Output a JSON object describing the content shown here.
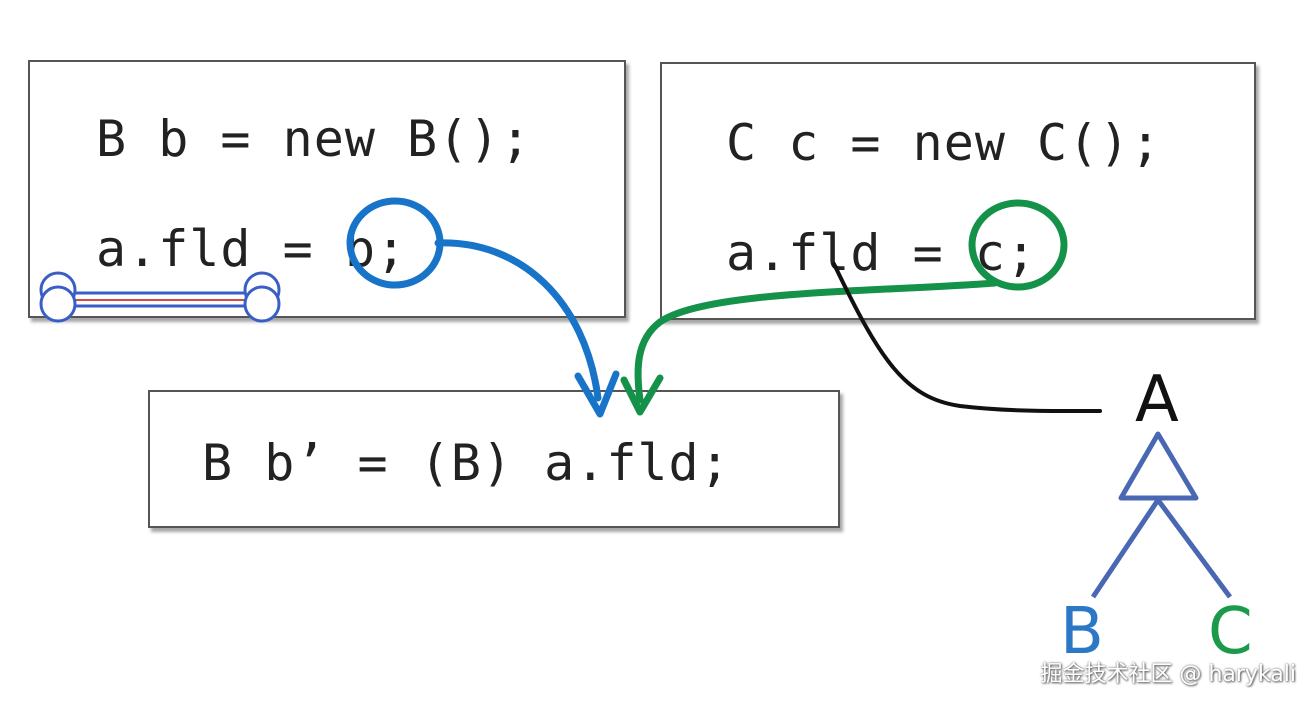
{
  "boxes": {
    "b": {
      "line1": "B b = new B();",
      "line2": "a.fld = b;"
    },
    "c": {
      "line1": "C c = new C();",
      "line2": "a.fld = c;"
    },
    "cast": {
      "line1": "B b’ = (B) a.fld;"
    }
  },
  "tree": {
    "root": "A",
    "left": "B",
    "right": "C"
  },
  "watermark": "掘金技术社区 @ harykali",
  "colors": {
    "blue": "#1874c8",
    "green": "#14924a",
    "tree_blue": "#4a67b3",
    "tree_label_blue": "#2a78c6",
    "tree_label_green": "#1c9a4c",
    "black": "#111111"
  }
}
